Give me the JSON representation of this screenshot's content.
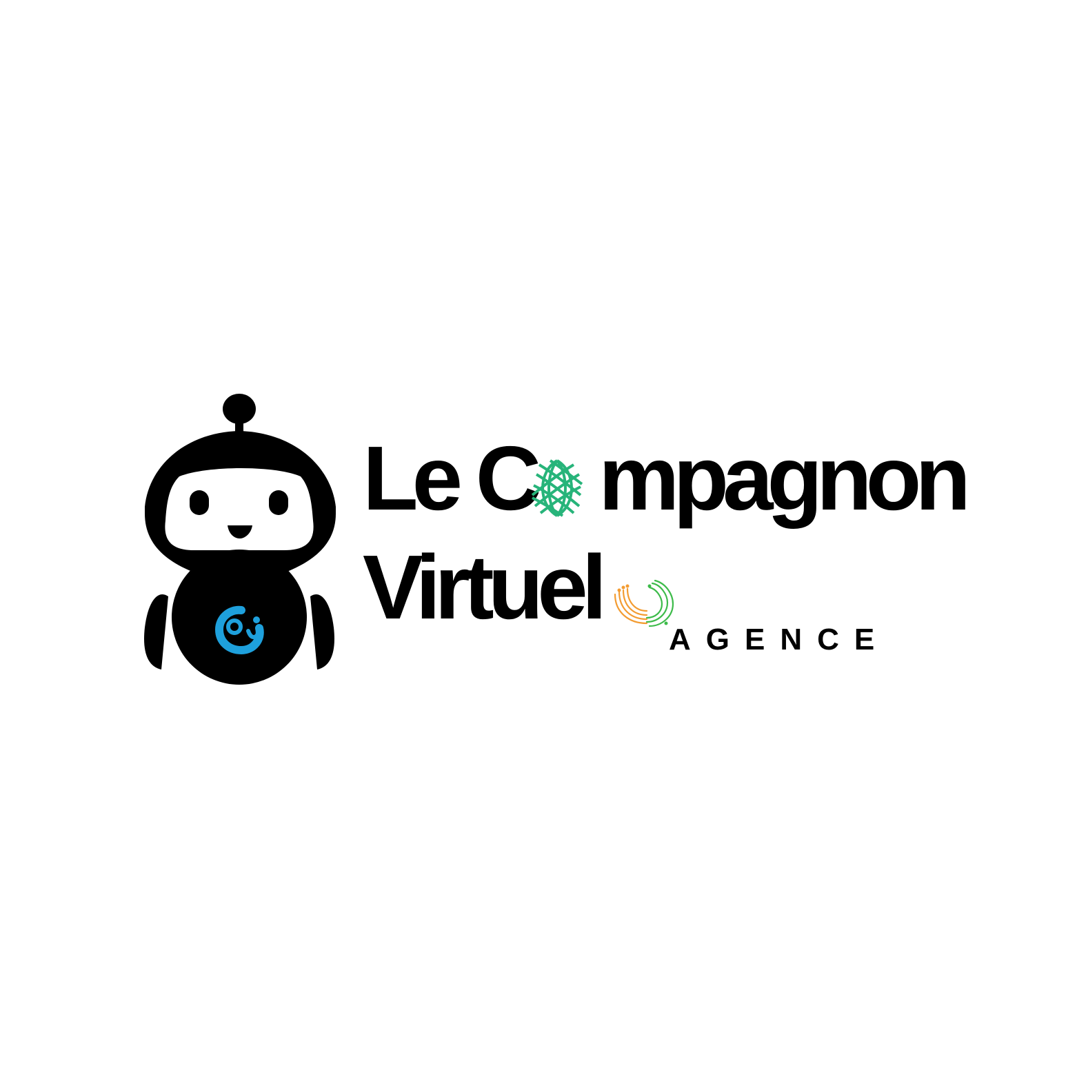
{
  "brand": {
    "title_line1": "Le C",
    "title_line1_rest": "mpagnon",
    "title_line2": "Virtuel",
    "tagline": "AGENCE"
  },
  "colors": {
    "text": "#000000",
    "background": "#ffffff",
    "robot_body": "#000000",
    "robot_face": "#ffffff",
    "robot_badge": "#1ea0dc",
    "globe_green": "#27b47a",
    "circuit_orange": "#f39c32",
    "circuit_green": "#3dbb4a"
  },
  "icons": {
    "mascot": "robot-mascot-icon",
    "letter_o": "globe-icon",
    "flourish": "circuit-swoosh-icon"
  }
}
